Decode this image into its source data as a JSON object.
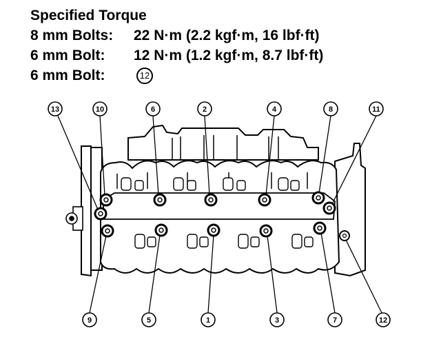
{
  "header": {
    "title": "Specified Torque",
    "rows": [
      {
        "label": "8 mm Bolts:",
        "value": "22 N·m (2.2 kgf·m, 16 lbf·ft)"
      },
      {
        "label": "6 mm Bolt:",
        "value": "12 N·m (1.2 kgf·m, 8.7 lbf·ft)"
      },
      {
        "label": "6 mm Bolt:",
        "value": "12"
      }
    ]
  },
  "callouts": [
    {
      "id": "1",
      "label": "1"
    },
    {
      "id": "2",
      "label": "2"
    },
    {
      "id": "3",
      "label": "3"
    },
    {
      "id": "4",
      "label": "4"
    },
    {
      "id": "5",
      "label": "5"
    },
    {
      "id": "6",
      "label": "6"
    },
    {
      "id": "7",
      "label": "7"
    },
    {
      "id": "8",
      "label": "8"
    },
    {
      "id": "9",
      "label": "9"
    },
    {
      "id": "10",
      "label": "10"
    },
    {
      "id": "11",
      "label": "11"
    },
    {
      "id": "12",
      "label": "12"
    },
    {
      "id": "13",
      "label": "13"
    }
  ]
}
